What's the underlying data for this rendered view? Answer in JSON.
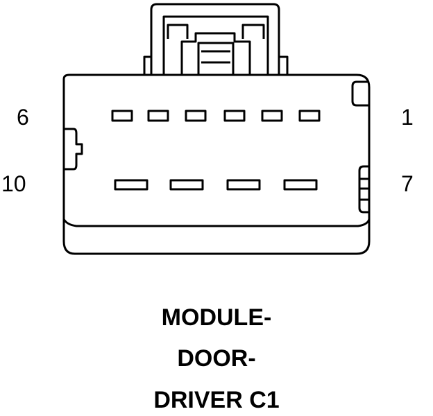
{
  "pin_labels": {
    "top_left": "6",
    "top_right": "1",
    "bottom_left": "10",
    "bottom_right": "7"
  },
  "caption": {
    "line1": "MODULE-",
    "line2": "DOOR-",
    "line3": "DRIVER C1"
  },
  "colors": {
    "stroke": "#000000",
    "background": "#ffffff"
  }
}
